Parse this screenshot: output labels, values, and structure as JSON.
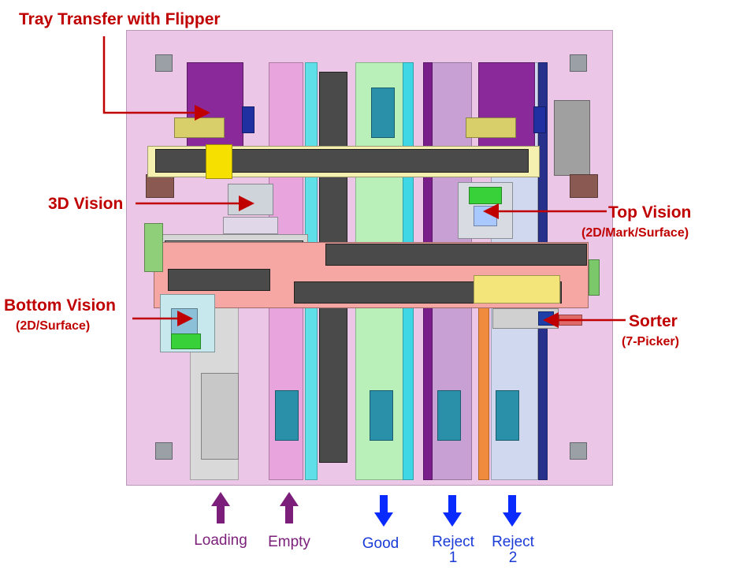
{
  "callouts": {
    "tray_transfer": "Tray Transfer with Flipper",
    "vision_3d": "3D Vision",
    "top_vision": "Top Vision",
    "top_vision_sub": "(2D/Mark/Surface)",
    "bottom_vision": "Bottom Vision",
    "bottom_vision_sub": "(2D/Surface)",
    "sorter": "Sorter",
    "sorter_sub": "(7-Picker)"
  },
  "lanes": {
    "loading": "Loading",
    "empty": "Empty",
    "good": "Good",
    "reject1_line1": "Reject",
    "reject1_line2": "1",
    "reject2_line1": "Reject",
    "reject2_line2": "2"
  },
  "colors": {
    "callout_red": "#c00000",
    "input_arrow": "#7b1f7b",
    "output_arrow": "#0a2bff",
    "input_text": "#7b1f7b",
    "output_text": "#1a3bd8"
  },
  "arrow_direction": {
    "loading": "up",
    "empty": "up",
    "good": "down",
    "reject1": "down",
    "reject2": "down"
  }
}
